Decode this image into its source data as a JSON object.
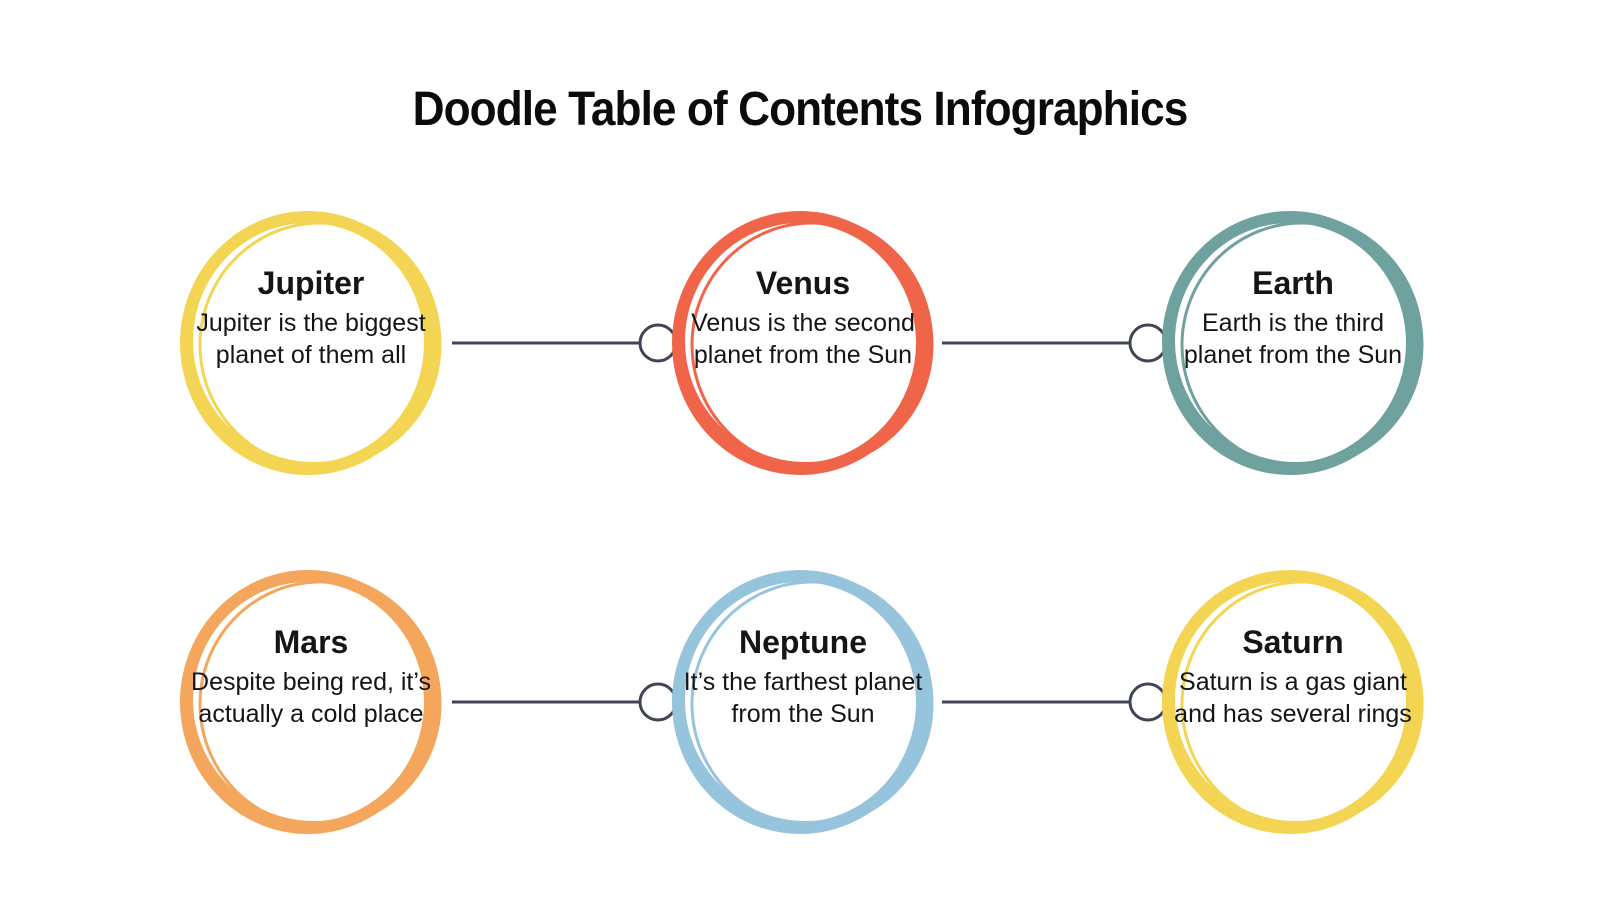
{
  "title": "Doodle Table of Contents Infographics",
  "colors": {
    "connector": "#3f4552",
    "jupiter": "#f3d553",
    "venus": "#f0654a",
    "earth": "#6fa19f",
    "mars": "#f3a65c",
    "neptune": "#96c4dd",
    "saturn": "#f3d553"
  },
  "items": [
    {
      "title": "Jupiter",
      "description": "Jupiter is the biggest planet of them all"
    },
    {
      "title": "Venus",
      "description": "Venus is the second planet from the Sun"
    },
    {
      "title": "Earth",
      "description": "Earth is the third planet from the Sun"
    },
    {
      "title": "Mars",
      "description": "Despite being red, it’s actually a cold place"
    },
    {
      "title": "Neptune",
      "description": "It’s the farthest planet from the Sun"
    },
    {
      "title": "Saturn",
      "description": "Saturn is a gas giant and has several rings"
    }
  ]
}
